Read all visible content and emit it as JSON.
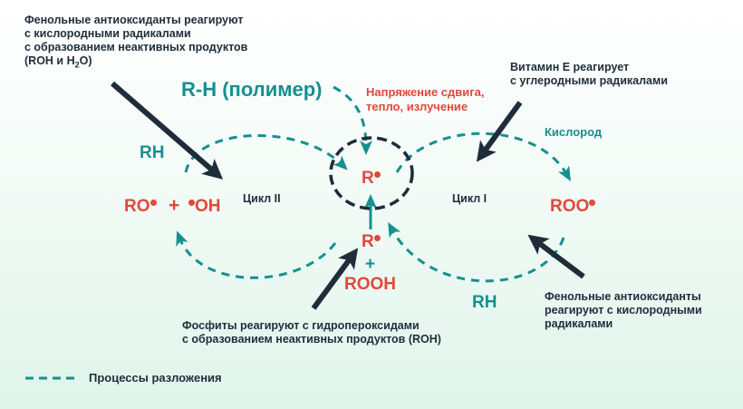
{
  "notes": {
    "phenolic_top": {
      "line1": "Фенольные антиоксиданты реагируют",
      "line2": "с кислородными радикалами",
      "line3": "с образованием неактивных продуктов",
      "line4_prefix": "(ROH и H",
      "line4_sub": "2",
      "line4_suffix": "O)"
    },
    "vitamin_e": {
      "line1": "Витамин E реагирует",
      "line2": "с углеродными радикалами"
    },
    "phosphites": {
      "line1": "Фосфиты реагируют с гидропероксидами",
      "line2": "с образованием неактивных продуктов (ROH)"
    },
    "phenolic_bottom": {
      "line1": "Фенольные антиоксиданты",
      "line2": "реагируют с кислородными",
      "line3": "радикалами"
    }
  },
  "labels": {
    "polymer": "R-H (полимер)",
    "stress_line1": "Напряжение сдвига,",
    "stress_line2": "тепло, излучение",
    "oxygen": "Кислород",
    "rh_left": "RH",
    "rh_bottom": "RH",
    "cycle_2": "Цикл II",
    "cycle_1": "Цикл I"
  },
  "species": {
    "ro": "RO",
    "plus_left": "+",
    "oh": "OH",
    "r_center": "R",
    "r_lower": "R",
    "plus_center": "+",
    "rooh": "ROOH",
    "roo": "ROO"
  },
  "legend": {
    "label": "Процессы разложения"
  },
  "colors": {
    "teal": "#16908f",
    "red": "#e0493c",
    "navy": "#1f2d3a"
  }
}
